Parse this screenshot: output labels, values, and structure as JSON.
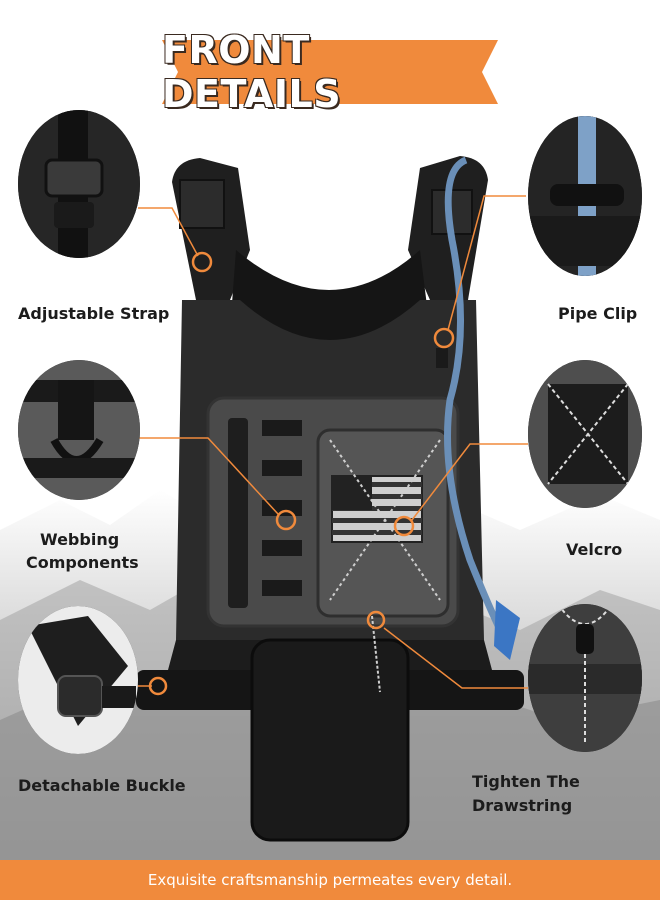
{
  "banner": {
    "title": "FRONT DETAILS"
  },
  "features": {
    "adjustable_strap": "Adjustable Strap",
    "webbing_components": "Webbing\nComponents",
    "webbing_line1": "Webbing",
    "webbing_line2": "Components",
    "detachable_buckle": "Detachable Buckle",
    "pipe_clip": "Pipe Clip",
    "velcro": "Velcro",
    "drawstring": "Tighten The Drawstring"
  },
  "footer": {
    "text": "Exquisite craftsmanship permeates every detail."
  },
  "colors": {
    "accent": "#f08a3c",
    "vest": "#2b2b2b",
    "panel": "#4a4a4a",
    "tube": "#6a8fb8"
  }
}
